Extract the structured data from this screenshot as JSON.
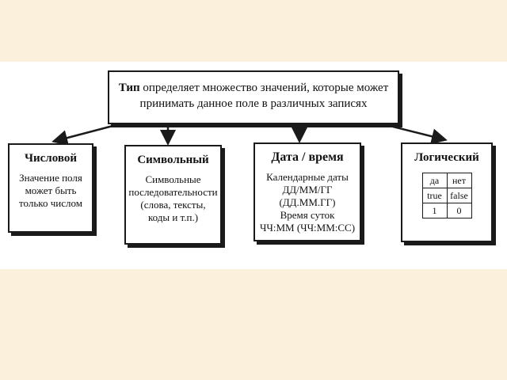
{
  "top": {
    "bold_word": "Тип",
    "rest_line1": " определяет множество значений, которые может",
    "line2": "принимать данное поле в различных записях"
  },
  "categories": [
    {
      "title": "Числовой",
      "lines": [
        "Значение поля",
        "может быть",
        "только числом"
      ]
    },
    {
      "title": "Символьный",
      "lines": [
        "Символьные",
        "последовательности",
        "(слова, тексты,",
        "коды и т.п.)"
      ]
    },
    {
      "title": "Дата / время",
      "lines": [
        "Календарные даты",
        "ДД/ММ/ГГ (ДД.ММ.ГГ)",
        "Время суток",
        "ЧЧ:ММ (ЧЧ:ММ:СС)"
      ]
    },
    {
      "title": "Логический"
    }
  ],
  "logic_table": [
    [
      "да",
      "нет"
    ],
    [
      "true",
      "false"
    ],
    [
      "1",
      "0"
    ]
  ]
}
